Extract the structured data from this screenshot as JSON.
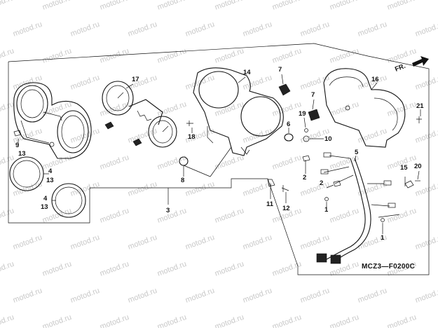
{
  "watermark_text": "motod.ru",
  "diagram_code": "MCZ3—F0200C",
  "direction_label": "FR.",
  "callouts": [
    {
      "id": "c17",
      "text": "17"
    },
    {
      "id": "c14",
      "text": "14"
    },
    {
      "id": "c7a",
      "text": "7"
    },
    {
      "id": "c16",
      "text": "16"
    },
    {
      "id": "c7b",
      "text": "7"
    },
    {
      "id": "c19",
      "text": "19"
    },
    {
      "id": "c21",
      "text": "21"
    },
    {
      "id": "c9",
      "text": "9"
    },
    {
      "id": "c13a",
      "text": "13"
    },
    {
      "id": "c18",
      "text": "18"
    },
    {
      "id": "c6",
      "text": "6"
    },
    {
      "id": "c10",
      "text": "10"
    },
    {
      "id": "c5",
      "text": "5"
    },
    {
      "id": "c4a",
      "text": "4"
    },
    {
      "id": "c13b",
      "text": "13"
    },
    {
      "id": "c8",
      "text": "8"
    },
    {
      "id": "c2a",
      "text": "2"
    },
    {
      "id": "c2b",
      "text": "2"
    },
    {
      "id": "c15",
      "text": "15"
    },
    {
      "id": "c20",
      "text": "20"
    },
    {
      "id": "c4b",
      "text": "4"
    },
    {
      "id": "c13c",
      "text": "13"
    },
    {
      "id": "c3",
      "text": "3"
    },
    {
      "id": "c11",
      "text": "11"
    },
    {
      "id": "c12",
      "text": "12"
    },
    {
      "id": "c1a",
      "text": "1"
    },
    {
      "id": "c1b",
      "text": "1"
    }
  ]
}
